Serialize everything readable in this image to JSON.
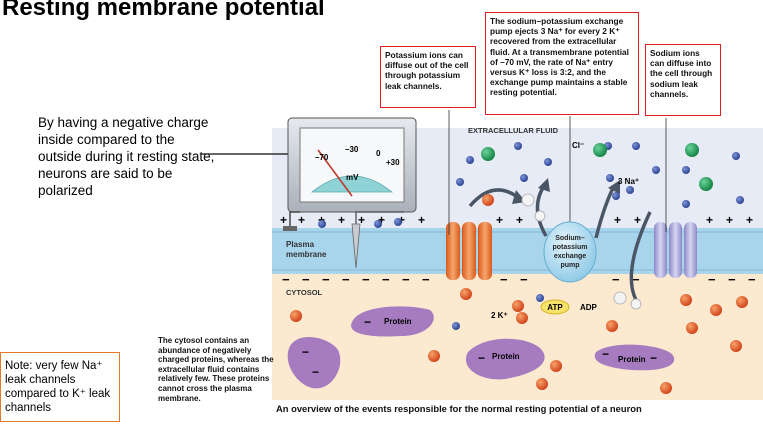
{
  "slide": {
    "title": "Resting membrane potential",
    "intro": "By having a negative charge inside compared to the outside during it resting state, neurons are said to be polarized",
    "note": "Note: very few Na⁺ leak channels compared to K⁺ leak channels"
  },
  "callouts": {
    "potassium": "Potassium ions can diffuse out of the cell through potassium leak channels.",
    "pump": "The sodium–potassium exchange pump ejects 3 Na⁺ for every 2 K⁺ recovered from the extracellular fluid. At a transmembrane potential of –70 mV, the rate of Na⁺ entry versus K⁺ loss is 3:2, and the exchange pump maintains a stable resting potential.",
    "sodium": "Sodium ions can diffuse into the cell through sodium leak channels.",
    "cytosol_proteins": "The cytosol contains an abundance of negatively charged proteins, whereas the extracellular fluid contains relatively few. These proteins cannot cross the plasma membrane."
  },
  "diagram": {
    "extracellular_label": "EXTRACELLULAR FLUID",
    "membrane_label_1": "Plasma",
    "membrane_label_2": "membrane",
    "cytosol_label": "CYTOSOL",
    "chloride_label": "Cl⁻",
    "na_label": "3 Na⁺",
    "k_label": "2 K⁺",
    "atp_label": "ATP",
    "adp_label": "ADP",
    "pump_label_1": "Sodium–",
    "pump_label_2": "potassium",
    "pump_label_3": "exchange",
    "pump_label_4": "pump",
    "protein_label": "Protein",
    "plus": "+",
    "minus": "−",
    "meter": {
      "tick_left": "–70",
      "tick_mid": "–30",
      "tick_zero": "0",
      "tick_right": "+30",
      "unit": "mV"
    },
    "caption": "An overview of the events responsible for the normal resting potential of a neuron"
  },
  "colors": {
    "extracellular": "#e6ebf5",
    "membrane": "#a8d4ec",
    "cytosol": "#fbe9d0",
    "k_ion": "#e0581e",
    "na_ion": "#3f55a6",
    "cl_ion": "#1f9e5a",
    "protein": "#a67bbf",
    "callout_border": "#e02020",
    "note_border": "#e8772e"
  }
}
